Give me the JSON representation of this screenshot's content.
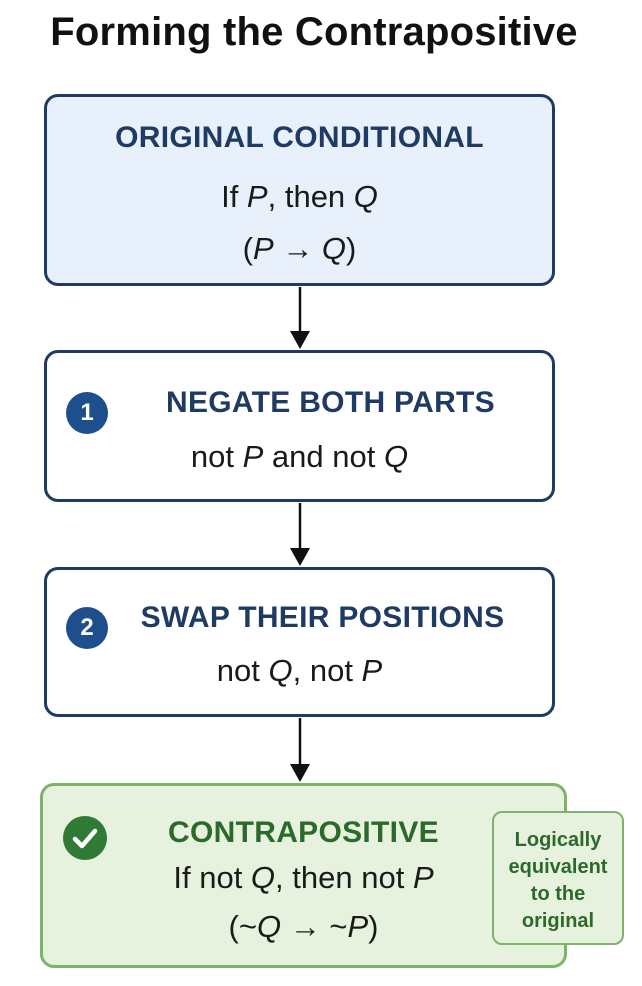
{
  "title": "Forming the Contrapositive",
  "original": {
    "heading": "ORIGINAL CONDITIONAL",
    "line1": [
      "If ",
      "P",
      ", then ",
      "Q"
    ],
    "line2": [
      "(",
      "P",
      " → ",
      "Q",
      ")"
    ]
  },
  "step1": {
    "badge": "1",
    "heading": "NEGATE BOTH PARTS",
    "line1": [
      "not ",
      "P",
      " and not ",
      "Q"
    ]
  },
  "step2": {
    "badge": "2",
    "heading": "SWAP THEIR POSITIONS",
    "line1": [
      "not ",
      "Q",
      ", not ",
      "P"
    ]
  },
  "result": {
    "icon": "check-circle-icon",
    "heading": "CONTRAPOSITIVE",
    "line1": [
      "If not ",
      "Q",
      ", then not ",
      "P"
    ],
    "line2": [
      "(~",
      "Q",
      " → ~",
      "P",
      ")"
    ]
  },
  "note": {
    "lines": [
      "Logically",
      "equivalent",
      "to the",
      "original"
    ]
  },
  "colors": {
    "navy": "#1f3a63",
    "badge_blue": "#1f4e8c",
    "green": "#2b6a2b",
    "light_blue": "#e7f0fb",
    "light_green": "#e6f2de"
  }
}
